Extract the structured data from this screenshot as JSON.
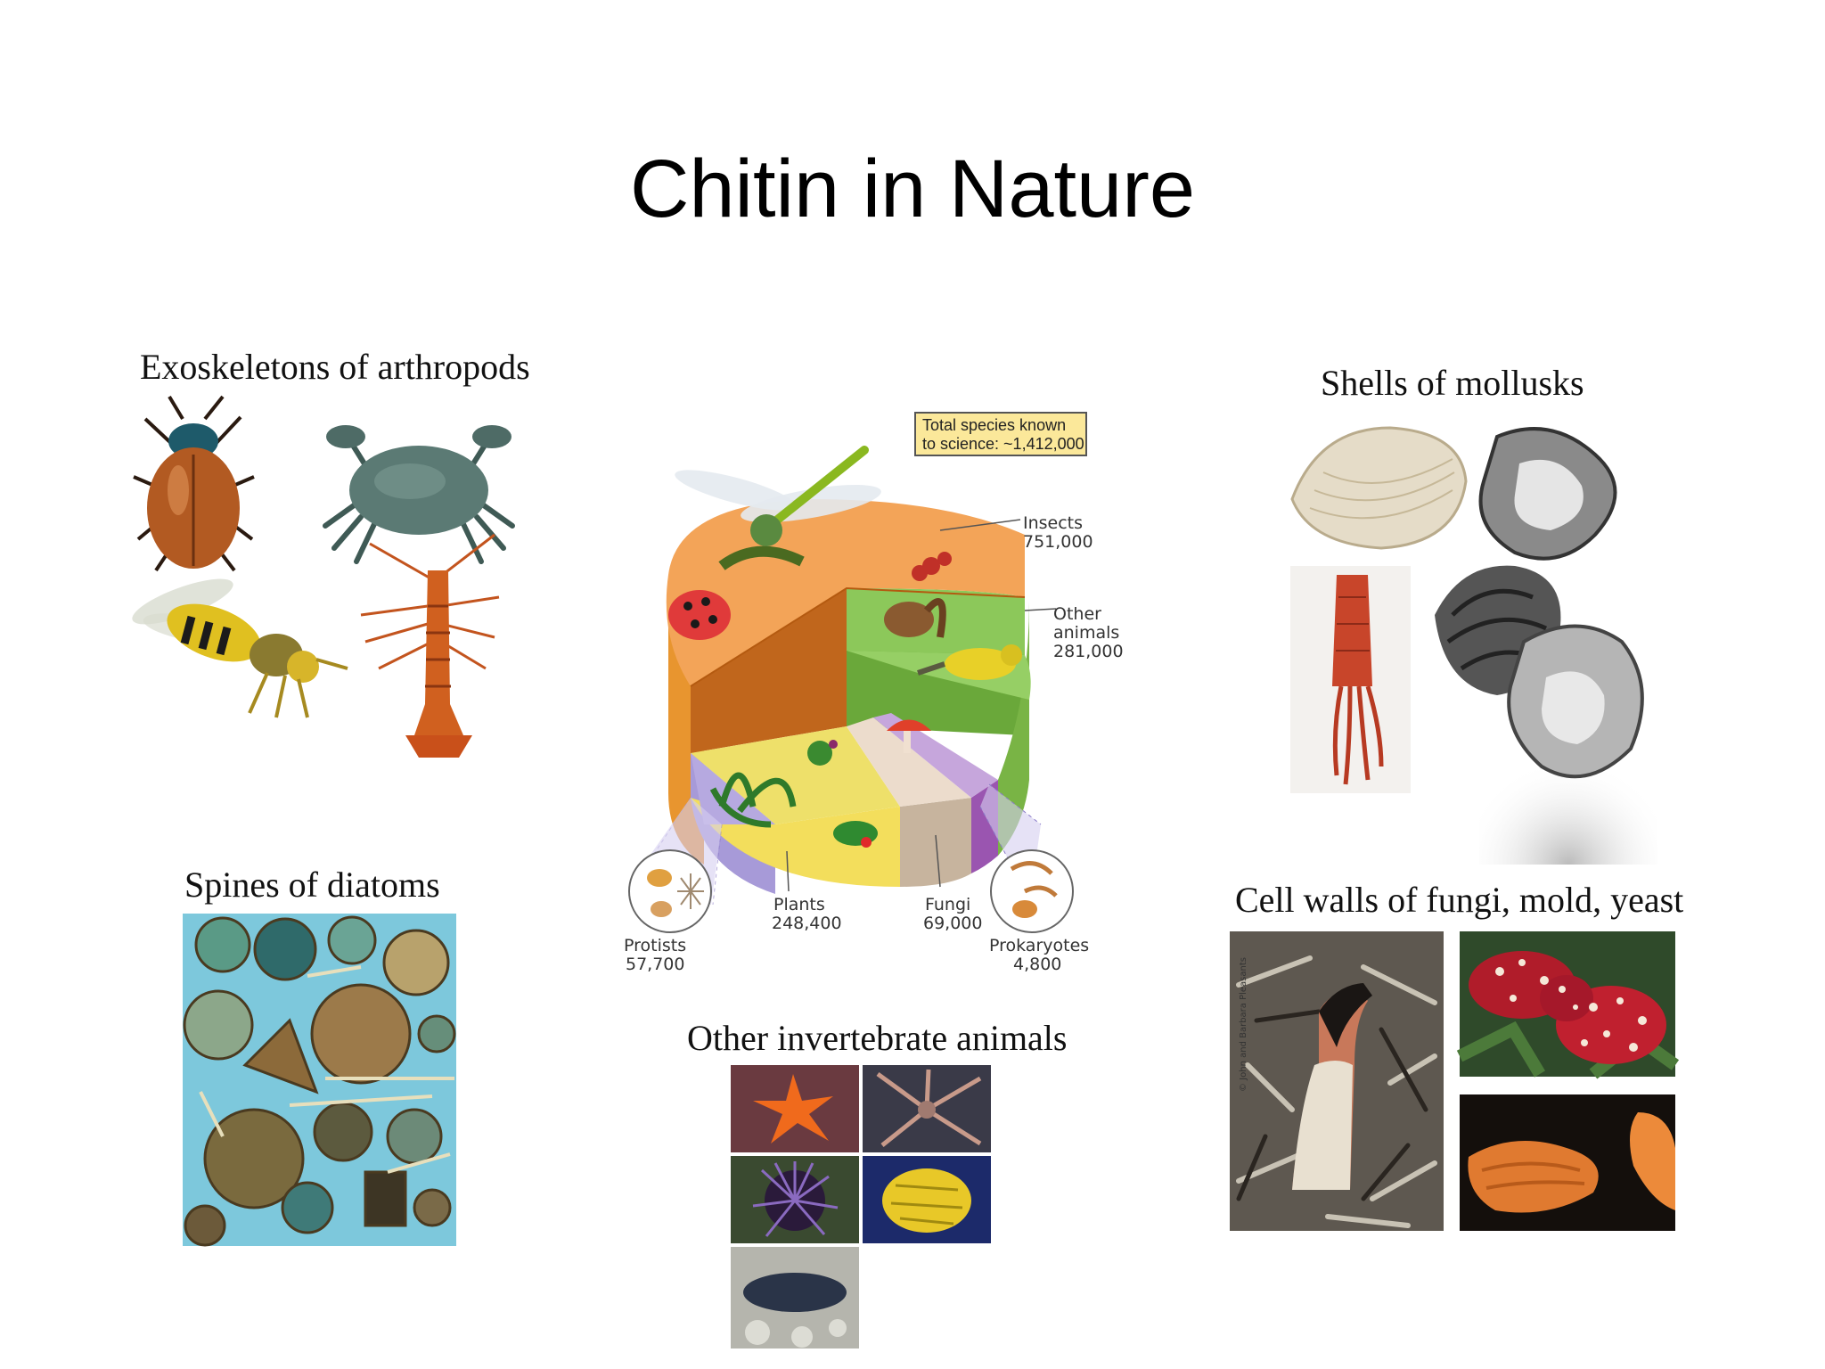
{
  "slide": {
    "title": "Chitin in Nature"
  },
  "captions": {
    "arthropods": "Exoskeletons of arthropods",
    "mollusks": "Shells of mollusks",
    "diatoms": "Spines of diatoms",
    "fungi": "Cell walls of fungi, mold, yeast",
    "invertebrates": "Other invertebrate animals"
  },
  "chart_data": {
    "type": "pie",
    "style": "3D cylinder with illustrated organisms",
    "callout": [
      "Total species known",
      "to science: ~1,412,000"
    ],
    "slices": [
      {
        "label": "Insects",
        "value": 751000,
        "value_text": "751,000",
        "color": "#f0a050"
      },
      {
        "label": "Other animals",
        "value": 281000,
        "value_text": "281,000",
        "color": "#7bb84a"
      },
      {
        "label": "Plants",
        "value": 248400,
        "value_text": "248,400",
        "color": "#f3de5c"
      },
      {
        "label": "Fungi",
        "value": 69000,
        "value_text": "69,000",
        "color": "#d9c7b4"
      },
      {
        "label": "Protists",
        "value": 57700,
        "value_text": "57,700",
        "color": "#a79ad8"
      },
      {
        "label": "Prokaryotes",
        "value": 4800,
        "value_text": "4,800",
        "color": "#9a55b0"
      }
    ],
    "labels": {
      "insects": [
        "Insects",
        "751,000"
      ],
      "other": [
        "Other",
        "animals",
        "281,000"
      ],
      "plants": [
        "Plants",
        "248,400"
      ],
      "fungi": [
        "Fungi",
        "69,000"
      ],
      "protists": [
        "Protists",
        "57,700"
      ],
      "prokaryotes": [
        "Prokaryotes",
        "4,800"
      ]
    }
  },
  "photo_credit": "© John and Barbara Pleasants"
}
